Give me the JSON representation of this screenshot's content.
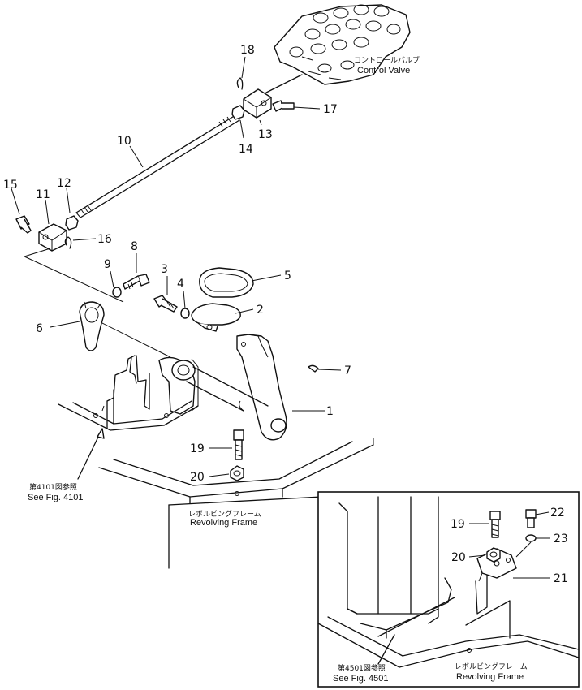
{
  "labels": {
    "control_valve_jp": "コントロールバルブ",
    "control_valve_en": "Control Valve",
    "see_fig_4101_jp": "第4101図参照",
    "see_fig_4101_en": "See Fig. 4101",
    "revolving_frame_jp": "レボルビングフレーム",
    "revolving_frame_en": "Revolving Frame",
    "inset_see_fig_jp": "第4501図参照",
    "inset_see_fig_en": "See Fig. 4501",
    "inset_revolving_frame_jp": "レボルビングフレーム",
    "inset_revolving_frame_en": "Revolving Frame"
  },
  "callouts": {
    "c1": "1",
    "c2": "2",
    "c3": "3",
    "c4": "4",
    "c5": "5",
    "c6": "6",
    "c7": "7",
    "c8": "8",
    "c9": "9",
    "c10": "10",
    "c11": "11",
    "c12": "12",
    "c13": "13",
    "c14": "14",
    "c15": "15",
    "c16": "16",
    "c17": "17",
    "c18": "18",
    "c19": "19",
    "c20": "20",
    "c19b": "19",
    "c20b": "20",
    "c21": "21",
    "c22": "22",
    "c23": "23"
  }
}
